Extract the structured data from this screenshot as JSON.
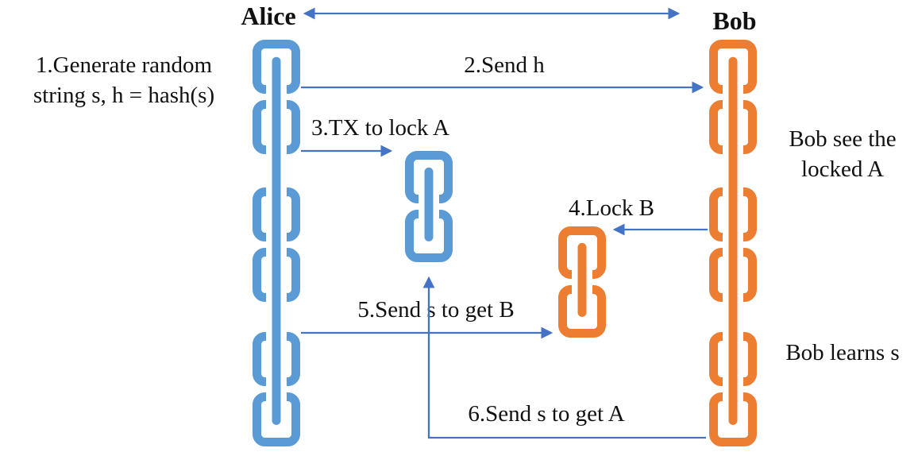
{
  "diagram": {
    "actors": {
      "alice": "Alice",
      "bob": "Bob"
    },
    "steps": {
      "step1_line1": "1.Generate random",
      "step1_line2": "string s, h = hash(s)",
      "step2": "2.Send h",
      "step3": "3.TX to lock A",
      "step4": "4.Lock B",
      "step5": "5.Send s to get B",
      "step6": "6.Send s to get A"
    },
    "notes": {
      "bob_see_line1": "Bob see the",
      "bob_see_line2": "locked A",
      "bob_learns": "Bob learns s"
    },
    "chains": {
      "alice_links": 6,
      "bob_links": 6,
      "locked_a_links": 2,
      "locked_b_links": 2
    },
    "colors": {
      "alice_chain": "#5B9BD5",
      "bob_chain": "#ED7D31",
      "arrow": "#4472C4",
      "text": "#111111",
      "background": "#FFFFFF"
    }
  }
}
